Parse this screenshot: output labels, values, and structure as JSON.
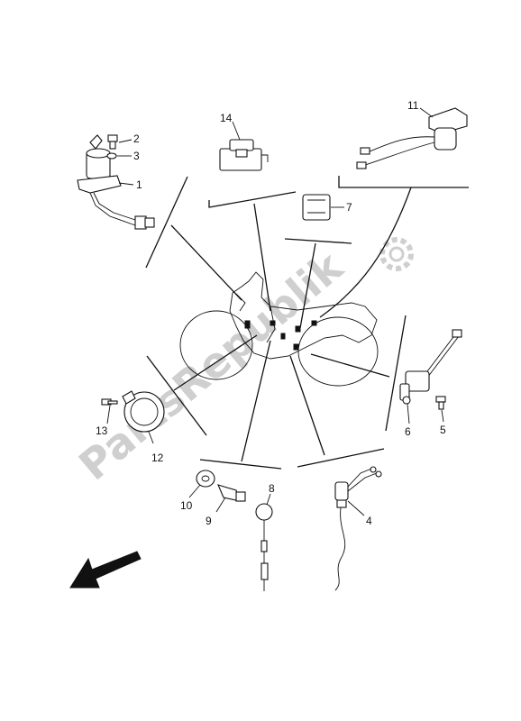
{
  "watermark": {
    "text": "PartsRepublik",
    "color": "#cccccc"
  },
  "callouts": [
    "1",
    "2",
    "3",
    "4",
    "5",
    "6",
    "7",
    "8",
    "10",
    "9",
    "11",
    "12",
    "13",
    "14"
  ],
  "colors": {
    "line": "#111111",
    "background": "#ffffff"
  }
}
